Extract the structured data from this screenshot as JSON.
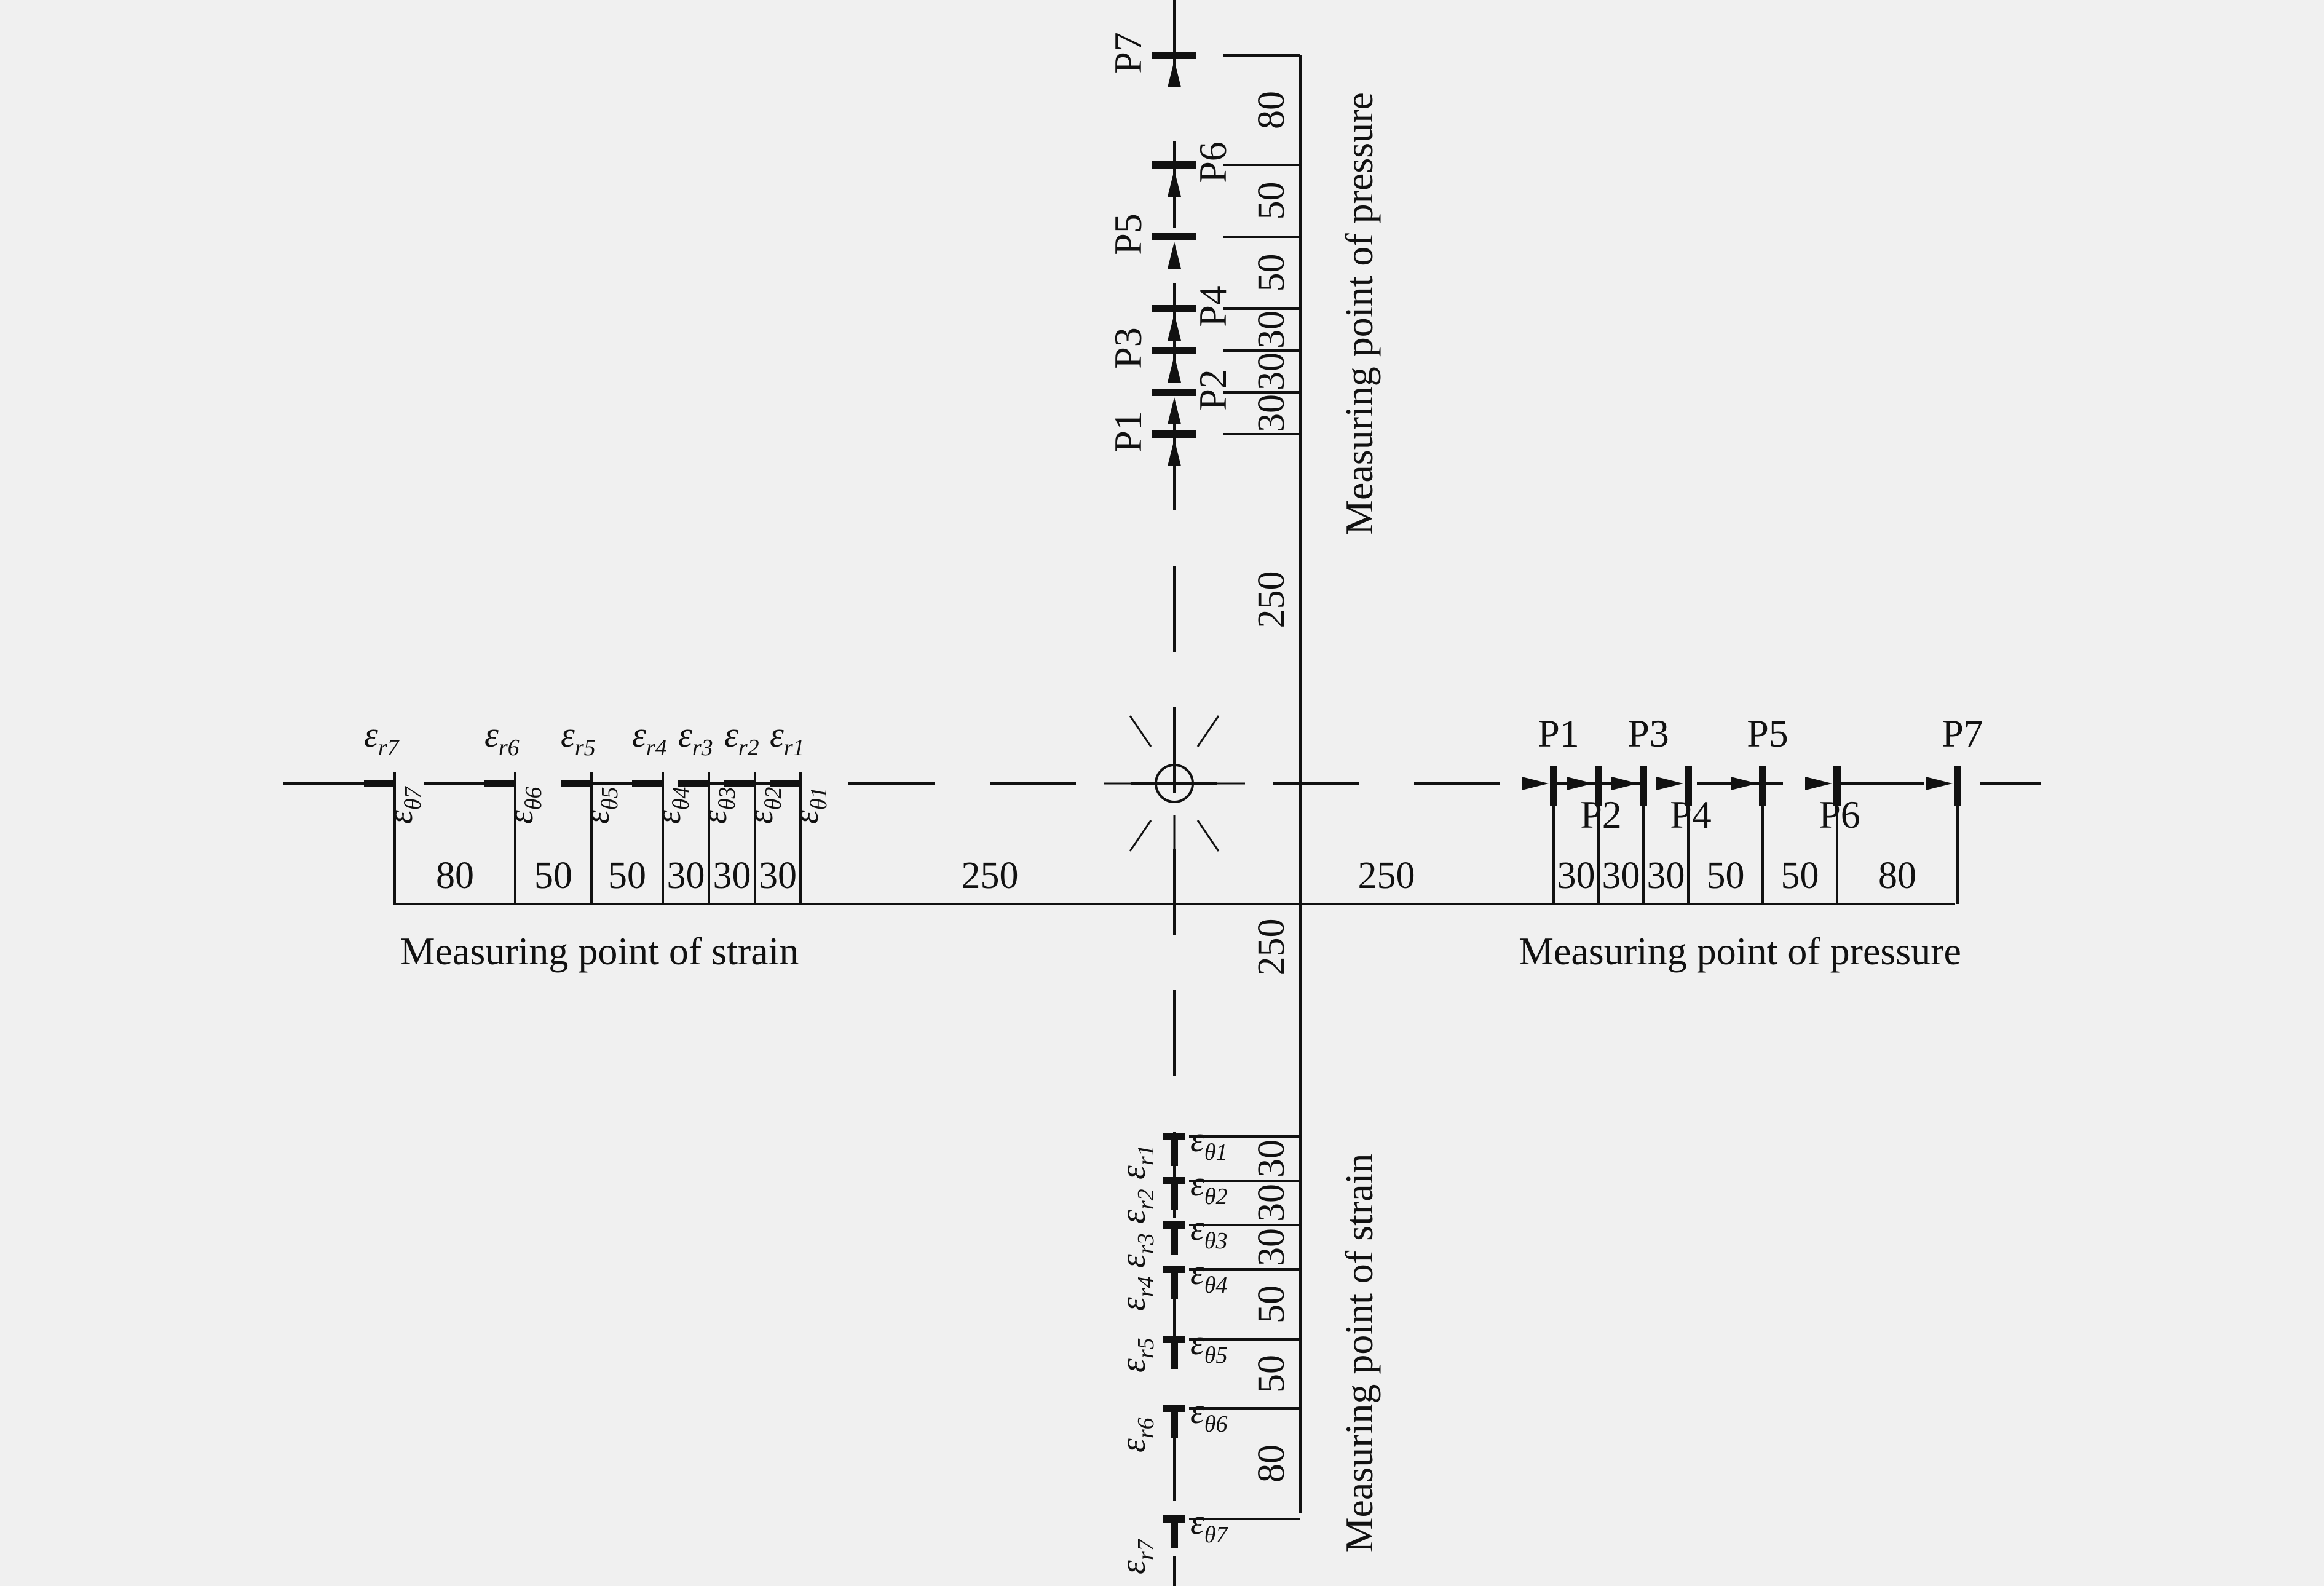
{
  "captions": {
    "strain_left": "Measuring point of strain",
    "pressure_right": "Measuring point of pressure",
    "pressure_top": "Measuring point of pressure",
    "strain_bottom": "Measuring point of strain"
  },
  "dimensions": {
    "left_chain": [
      "80",
      "50",
      "50",
      "30",
      "30",
      "30"
    ],
    "center_left": "250",
    "center_right": "250",
    "right_chain": [
      "30",
      "30",
      "30",
      "50",
      "50",
      "80"
    ],
    "top_chain": [
      "80",
      "50",
      "50",
      "30",
      "30",
      "30"
    ],
    "center_top": "250",
    "center_bottom": "250",
    "bottom_chain": [
      "30",
      "30",
      "30",
      "50",
      "50",
      "80"
    ]
  },
  "pressure_points": [
    "P1",
    "P2",
    "P3",
    "P4",
    "P5",
    "P6",
    "P7"
  ],
  "strain_symbol": "ε",
  "strain_radial": [
    "r1",
    "r2",
    "r3",
    "r4",
    "r5",
    "r6",
    "r7"
  ],
  "strain_hoop": [
    "θ1",
    "θ2",
    "θ3",
    "θ4",
    "θ5",
    "θ6",
    "θ7"
  ],
  "icons": {
    "center": "blast-source-icon",
    "pressure": "arrow-sensor-icon",
    "strain": "strain-gauge-icon"
  }
}
